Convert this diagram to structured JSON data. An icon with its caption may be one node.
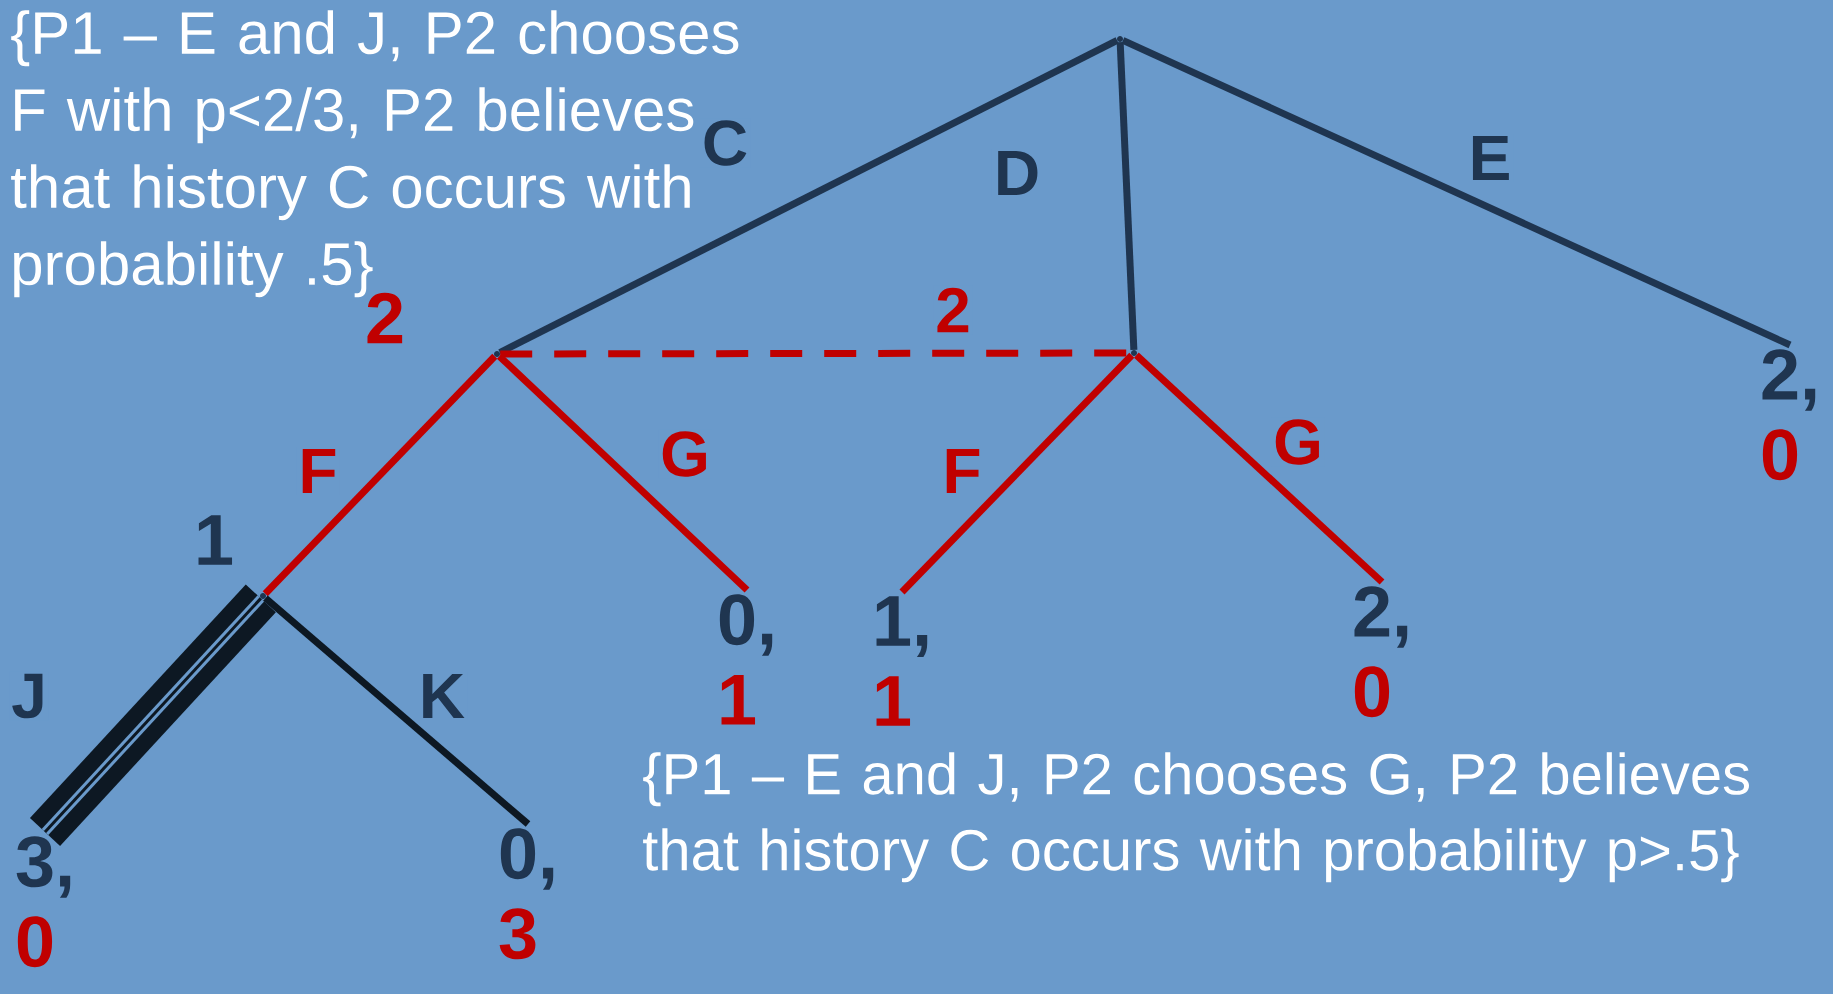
{
  "diagram": {
    "nodes": [
      {
        "text": [],
        "shape": "point"
      },
      {
        "text": [],
        "shape": "point",
        "beside": [
          "2"
        ]
      },
      {
        "text": [],
        "shape": "point"
      },
      {
        "text": [
          "2,",
          "0"
        ]
      },
      {
        "text": [],
        "shape": "point",
        "beside": [
          "1"
        ]
      },
      {
        "text": [
          "0,",
          "1"
        ]
      },
      {
        "text": [
          "1,",
          "1"
        ]
      },
      {
        "text": [
          "2,",
          "0"
        ]
      },
      {
        "text": [
          "3,",
          "0"
        ]
      },
      {
        "text": [
          "0,",
          "3"
        ]
      }
    ],
    "edges": [
      {
        "from": 0,
        "to": 1,
        "arrow": "none",
        "label": "C",
        "color": "#1f3550"
      },
      {
        "from": 0,
        "to": 2,
        "arrow": "none",
        "label": "D",
        "color": "#1f3550"
      },
      {
        "from": 0,
        "to": 3,
        "arrow": "none",
        "label": "E",
        "color": "#1f3550"
      },
      {
        "from": 1,
        "to": 2,
        "arrow": "none",
        "label": "2",
        "style": "dashed"
      },
      {
        "from": 1,
        "to": 4,
        "arrow": "none",
        "label": "F"
      },
      {
        "from": 1,
        "to": 5,
        "arrow": "none",
        "label": "G"
      },
      {
        "from": 2,
        "to": 6,
        "arrow": "none",
        "label": "F"
      },
      {
        "from": 2,
        "to": 7,
        "arrow": "none",
        "label": "G"
      },
      {
        "from": 4,
        "to": 8,
        "arrow": "none",
        "label": "J",
        "style": "thick",
        "color": "#0d1823"
      },
      {
        "from": 4,
        "to": 9,
        "arrow": "none",
        "label": "K",
        "color": "#0d1823"
      }
    ],
    "labels": [
      "{P1 – E and J, P2 chooses F with p<2/3, P2 believes that history C occurs with probability .5}",
      "{P1 – E and J, P2 chooses G, P2 believes that history C occurs with probability p>.5}"
    ]
  }
}
